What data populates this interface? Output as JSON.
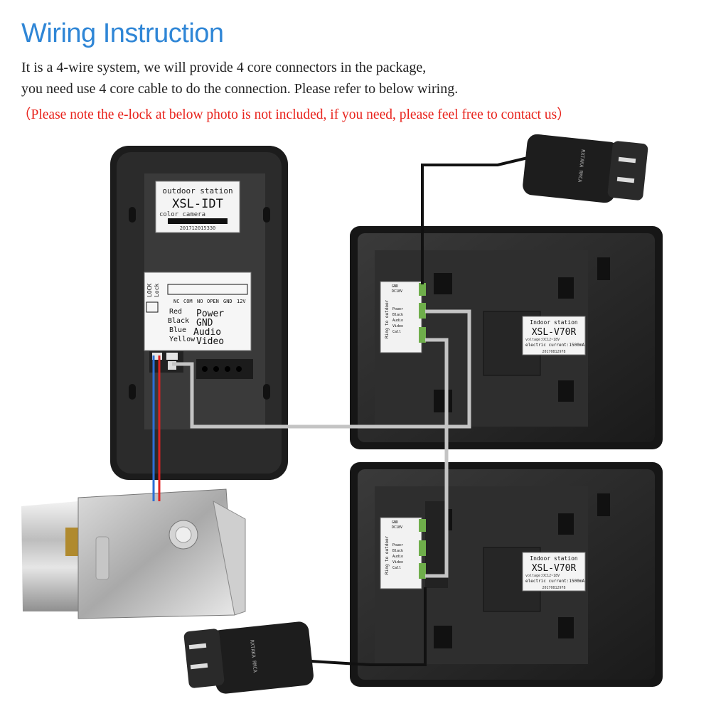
{
  "header": {
    "title": "Wiring Instruction",
    "line1": "It is a 4-wire system, we will provide 4 core connectors in the package,",
    "line2": "you need use 4 core cable to do the connection. Please refer to below wiring.",
    "note": "（Please note the e-lock at below photo is not included, if you need, please feel free to contact us）"
  },
  "outdoor": {
    "label_top": "outdoor station",
    "model": "XSL-IDT",
    "subtitle": "color camera",
    "serial": "201712015330",
    "lock_label": "LOCK",
    "lock_label2": "Lock",
    "terminals": [
      "NC",
      "COM",
      "NO",
      "OPEN",
      "GND",
      "12V"
    ],
    "wires": [
      {
        "color": "Red",
        "signal": "Power"
      },
      {
        "color": "Black",
        "signal": "GND"
      },
      {
        "color": "Blue",
        "signal": "Audio"
      },
      {
        "color": "Yellow",
        "signal": "Video"
      }
    ]
  },
  "indoor": {
    "label_top": "Indoor station",
    "model": "XSL-V70R",
    "voltage": "voltage:DC12~18V",
    "current": "electric current:1500mA",
    "serial": "20170812978",
    "ring": "Ring to outdoor",
    "pins_top": [
      "GND",
      "DC18V"
    ],
    "pins": [
      "Power",
      "Black",
      "Audio",
      "Video",
      "Call"
    ]
  },
  "adapter": {
    "brand": "RXTAKA RMCA"
  },
  "colors": {
    "title_blue": "#2f86d6",
    "note_red": "#e8231c",
    "cable_gray": "#c4c4c4",
    "wire_red": "#e02020",
    "wire_blue": "#2b6fd6"
  }
}
